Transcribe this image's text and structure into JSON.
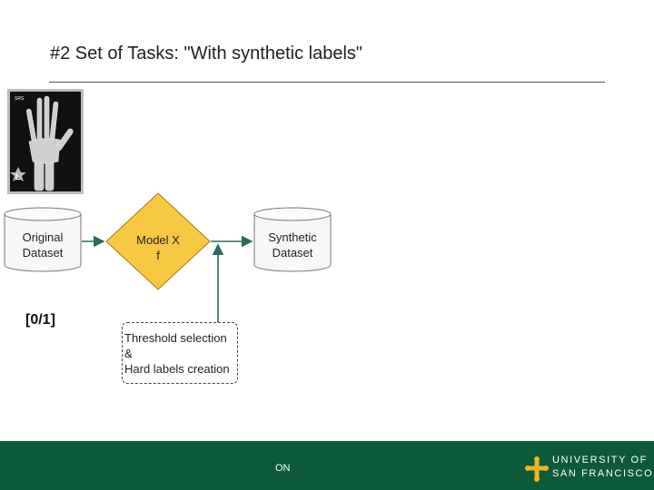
{
  "slide": {
    "title": "#2 Set of Tasks: \"With synthetic labels\""
  },
  "nodes": {
    "original": [
      "Original",
      "Dataset"
    ],
    "model": [
      "Model X",
      "f"
    ],
    "synthetic": [
      "Synthetic",
      "Dataset"
    ],
    "threshold": [
      "Threshold selection",
      "&",
      "Hard labels creation"
    ]
  },
  "bracket_label": "[0/1]",
  "footer": {
    "text": "ON",
    "logo_line1": "UNIVERSITY OF",
    "logo_line2": "SAN FRANCISCO"
  },
  "colors": {
    "diamond_fill": "#f8c843",
    "cylinder_fill": "#f7f7f7",
    "footer_bg": "#0d5a3b",
    "logo_gold": "#f2b41c"
  }
}
